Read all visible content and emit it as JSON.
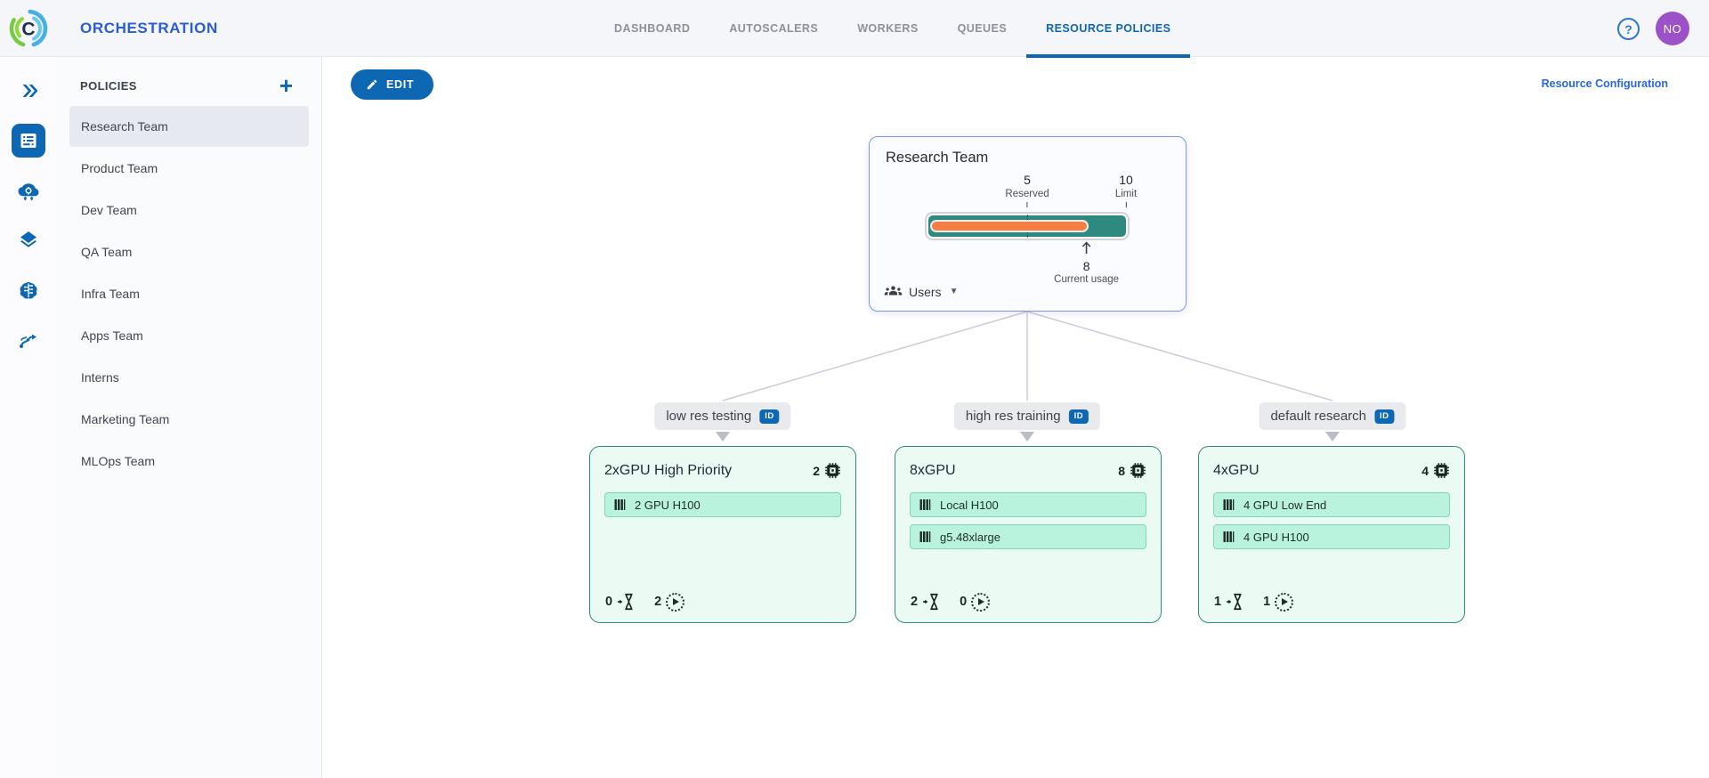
{
  "header": {
    "app_title": "ORCHESTRATION",
    "tabs": [
      "DASHBOARD",
      "AUTOSCALERS",
      "WORKERS",
      "QUEUES",
      "RESOURCE POLICIES"
    ],
    "help_label": "?",
    "avatar_initials": "NO"
  },
  "sidebar": {
    "title": "POLICIES",
    "add_label": "+",
    "items": [
      "Research Team",
      "Product Team",
      "Dev Team",
      "QA Team",
      "Infra Team",
      "Apps Team",
      "Interns",
      "Marketing Team",
      "MLOps Team"
    ]
  },
  "toolbar": {
    "edit_label": "EDIT",
    "resource_config_label": "Resource Configuration"
  },
  "tree": {
    "root": {
      "title": "Research Team",
      "reserved_value": "5",
      "reserved_label": "Reserved",
      "limit_value": "10",
      "limit_label": "Limit",
      "usage_value": "8",
      "usage_label": "Current usage",
      "users_label": "Users"
    },
    "branches": [
      {
        "label": "low res testing",
        "badge": "ID",
        "card": {
          "title": "2xGPU High Priority",
          "gpu_count": "2",
          "pools": [
            "2 GPU H100"
          ],
          "pending": "0",
          "running": "2"
        }
      },
      {
        "label": "high res training",
        "badge": "ID",
        "card": {
          "title": "8xGPU",
          "gpu_count": "8",
          "pools": [
            "Local H100",
            "g5.48xlarge"
          ],
          "pending": "2",
          "running": "0"
        }
      },
      {
        "label": "default research",
        "badge": "ID",
        "card": {
          "title": "4xGPU",
          "gpu_count": "4",
          "pools": [
            "4 GPU Low End",
            "4 GPU H100"
          ],
          "pending": "1",
          "running": "1"
        }
      }
    ]
  },
  "colors": {
    "brand_blue": "#0e67b3",
    "title_blue": "#2b5dd0",
    "link_blue": "#2668d9",
    "teal": "#2e8a7e",
    "orange": "#f97c43",
    "mint_bg": "#ecfaf4",
    "mint_chip": "#b9f2dd",
    "root_border": "#7f97e6",
    "avatar_purple": "#9c51c6"
  }
}
